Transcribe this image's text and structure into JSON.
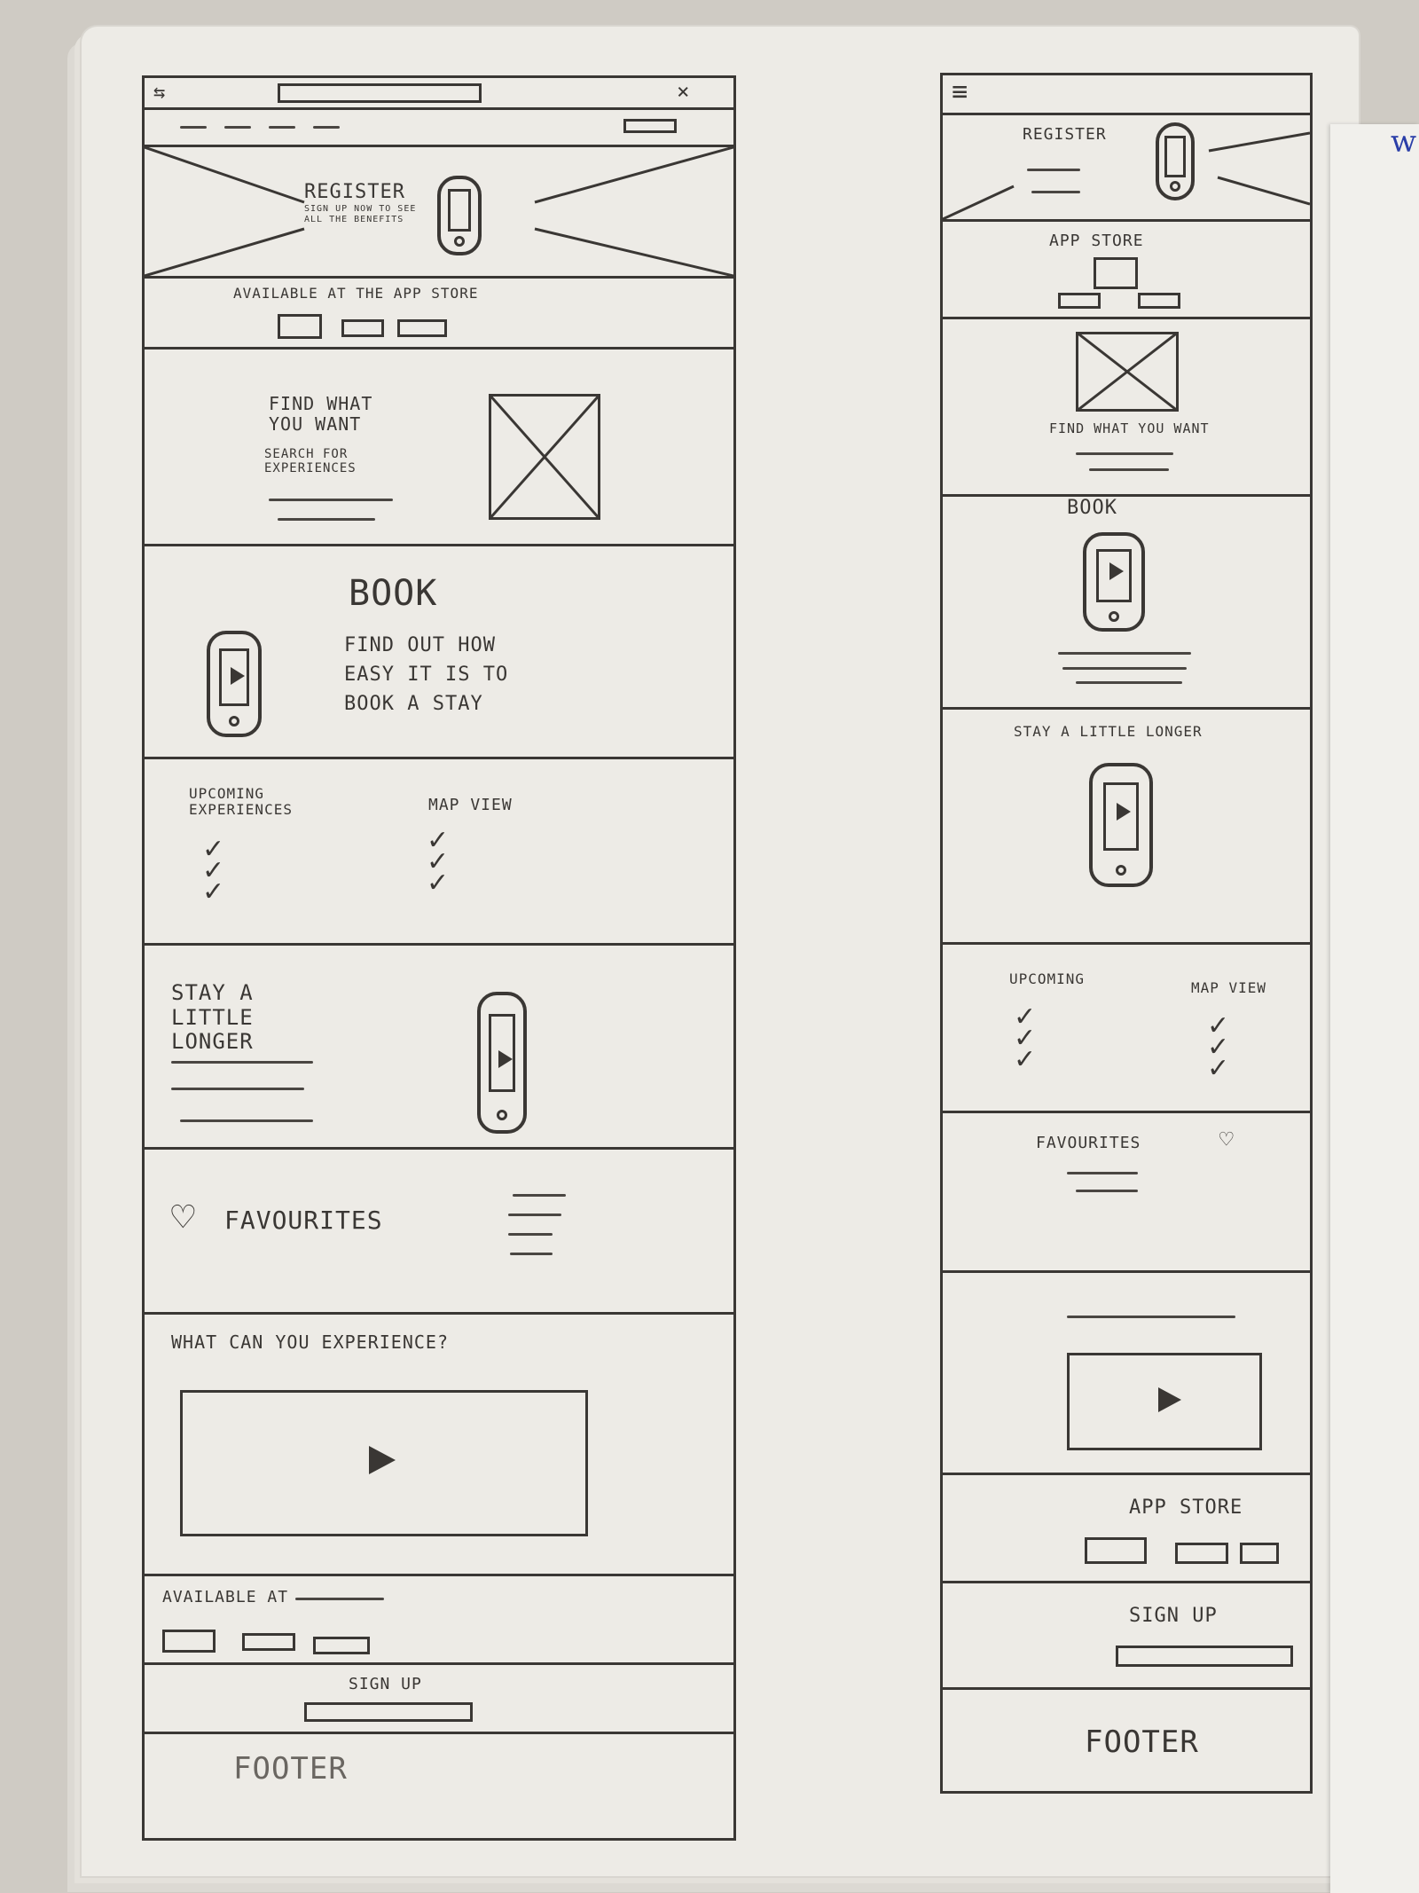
{
  "desktop": {
    "register": {
      "title": "Register",
      "sub": "Sign up now to see all the benefits"
    },
    "app_store": {
      "label": "Available at the app store"
    },
    "find": {
      "title": "Find what you want",
      "sub": "Search for experiences"
    },
    "book": {
      "title": "Book",
      "sub": "Find out how easy it is to book a stay"
    },
    "upcoming": {
      "label": "Upcoming experiences"
    },
    "map": {
      "label": "Map view"
    },
    "stay": {
      "title": "Stay a little longer"
    },
    "favourites": {
      "label": "Favourites"
    },
    "video": {
      "title": "What can you experience?"
    },
    "available": {
      "label": "Available at"
    },
    "signup": {
      "label": "Sign up"
    },
    "footer": {
      "label": "Footer"
    }
  },
  "mobile": {
    "register": {
      "title": "Register"
    },
    "app_store": {
      "label": "App store"
    },
    "find": {
      "title": "Find what you want"
    },
    "book": {
      "title": "Book"
    },
    "stay": {
      "title": "Stay a little longer"
    },
    "upcoming": {
      "label": "Upcoming"
    },
    "map": {
      "label": "Map view"
    },
    "favourites": {
      "label": "Favourites"
    },
    "app_store_2": {
      "label": "App store"
    },
    "signup": {
      "label": "Sign up"
    },
    "footer": {
      "label": "Footer"
    }
  },
  "icons": {
    "nav": "arrows-icon",
    "close": "close-icon",
    "menu": "hamburger-icon",
    "heart": "heart-icon",
    "play": "play-icon"
  }
}
